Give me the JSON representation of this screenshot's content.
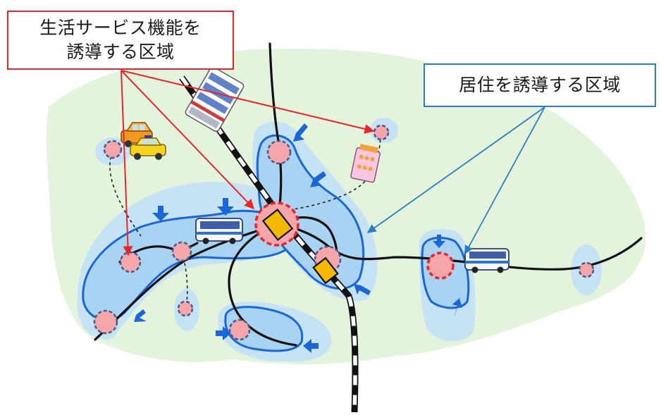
{
  "labels": {
    "service_area": {
      "lines": [
        "生活サービス機能を",
        "誘導する区域"
      ],
      "color": "#e8262b"
    },
    "residential_area": {
      "lines": [
        "居住を誘導する区域"
      ],
      "color": "#2a7fc4"
    }
  },
  "legend_colors": {
    "city_area": "#e4f4dc",
    "residential_zone_fill": "#b8dcf4",
    "residential_zone_outline": "#1a66d6",
    "service_hub_fill": "#f4a6aa",
    "service_hub_outline": "#e8262b",
    "road": "#111111",
    "rail_dark": "#111111",
    "rail_light": "#ffffff",
    "station": "#f5b800",
    "inflow_arrow": "#1a66d6"
  },
  "icons": [
    "car-icon",
    "taxi-icon",
    "bus-icon",
    "train-icon",
    "station-icon",
    "inflow-arrow-icon",
    "bus-stop-icon",
    "hospital-store-icon"
  ]
}
